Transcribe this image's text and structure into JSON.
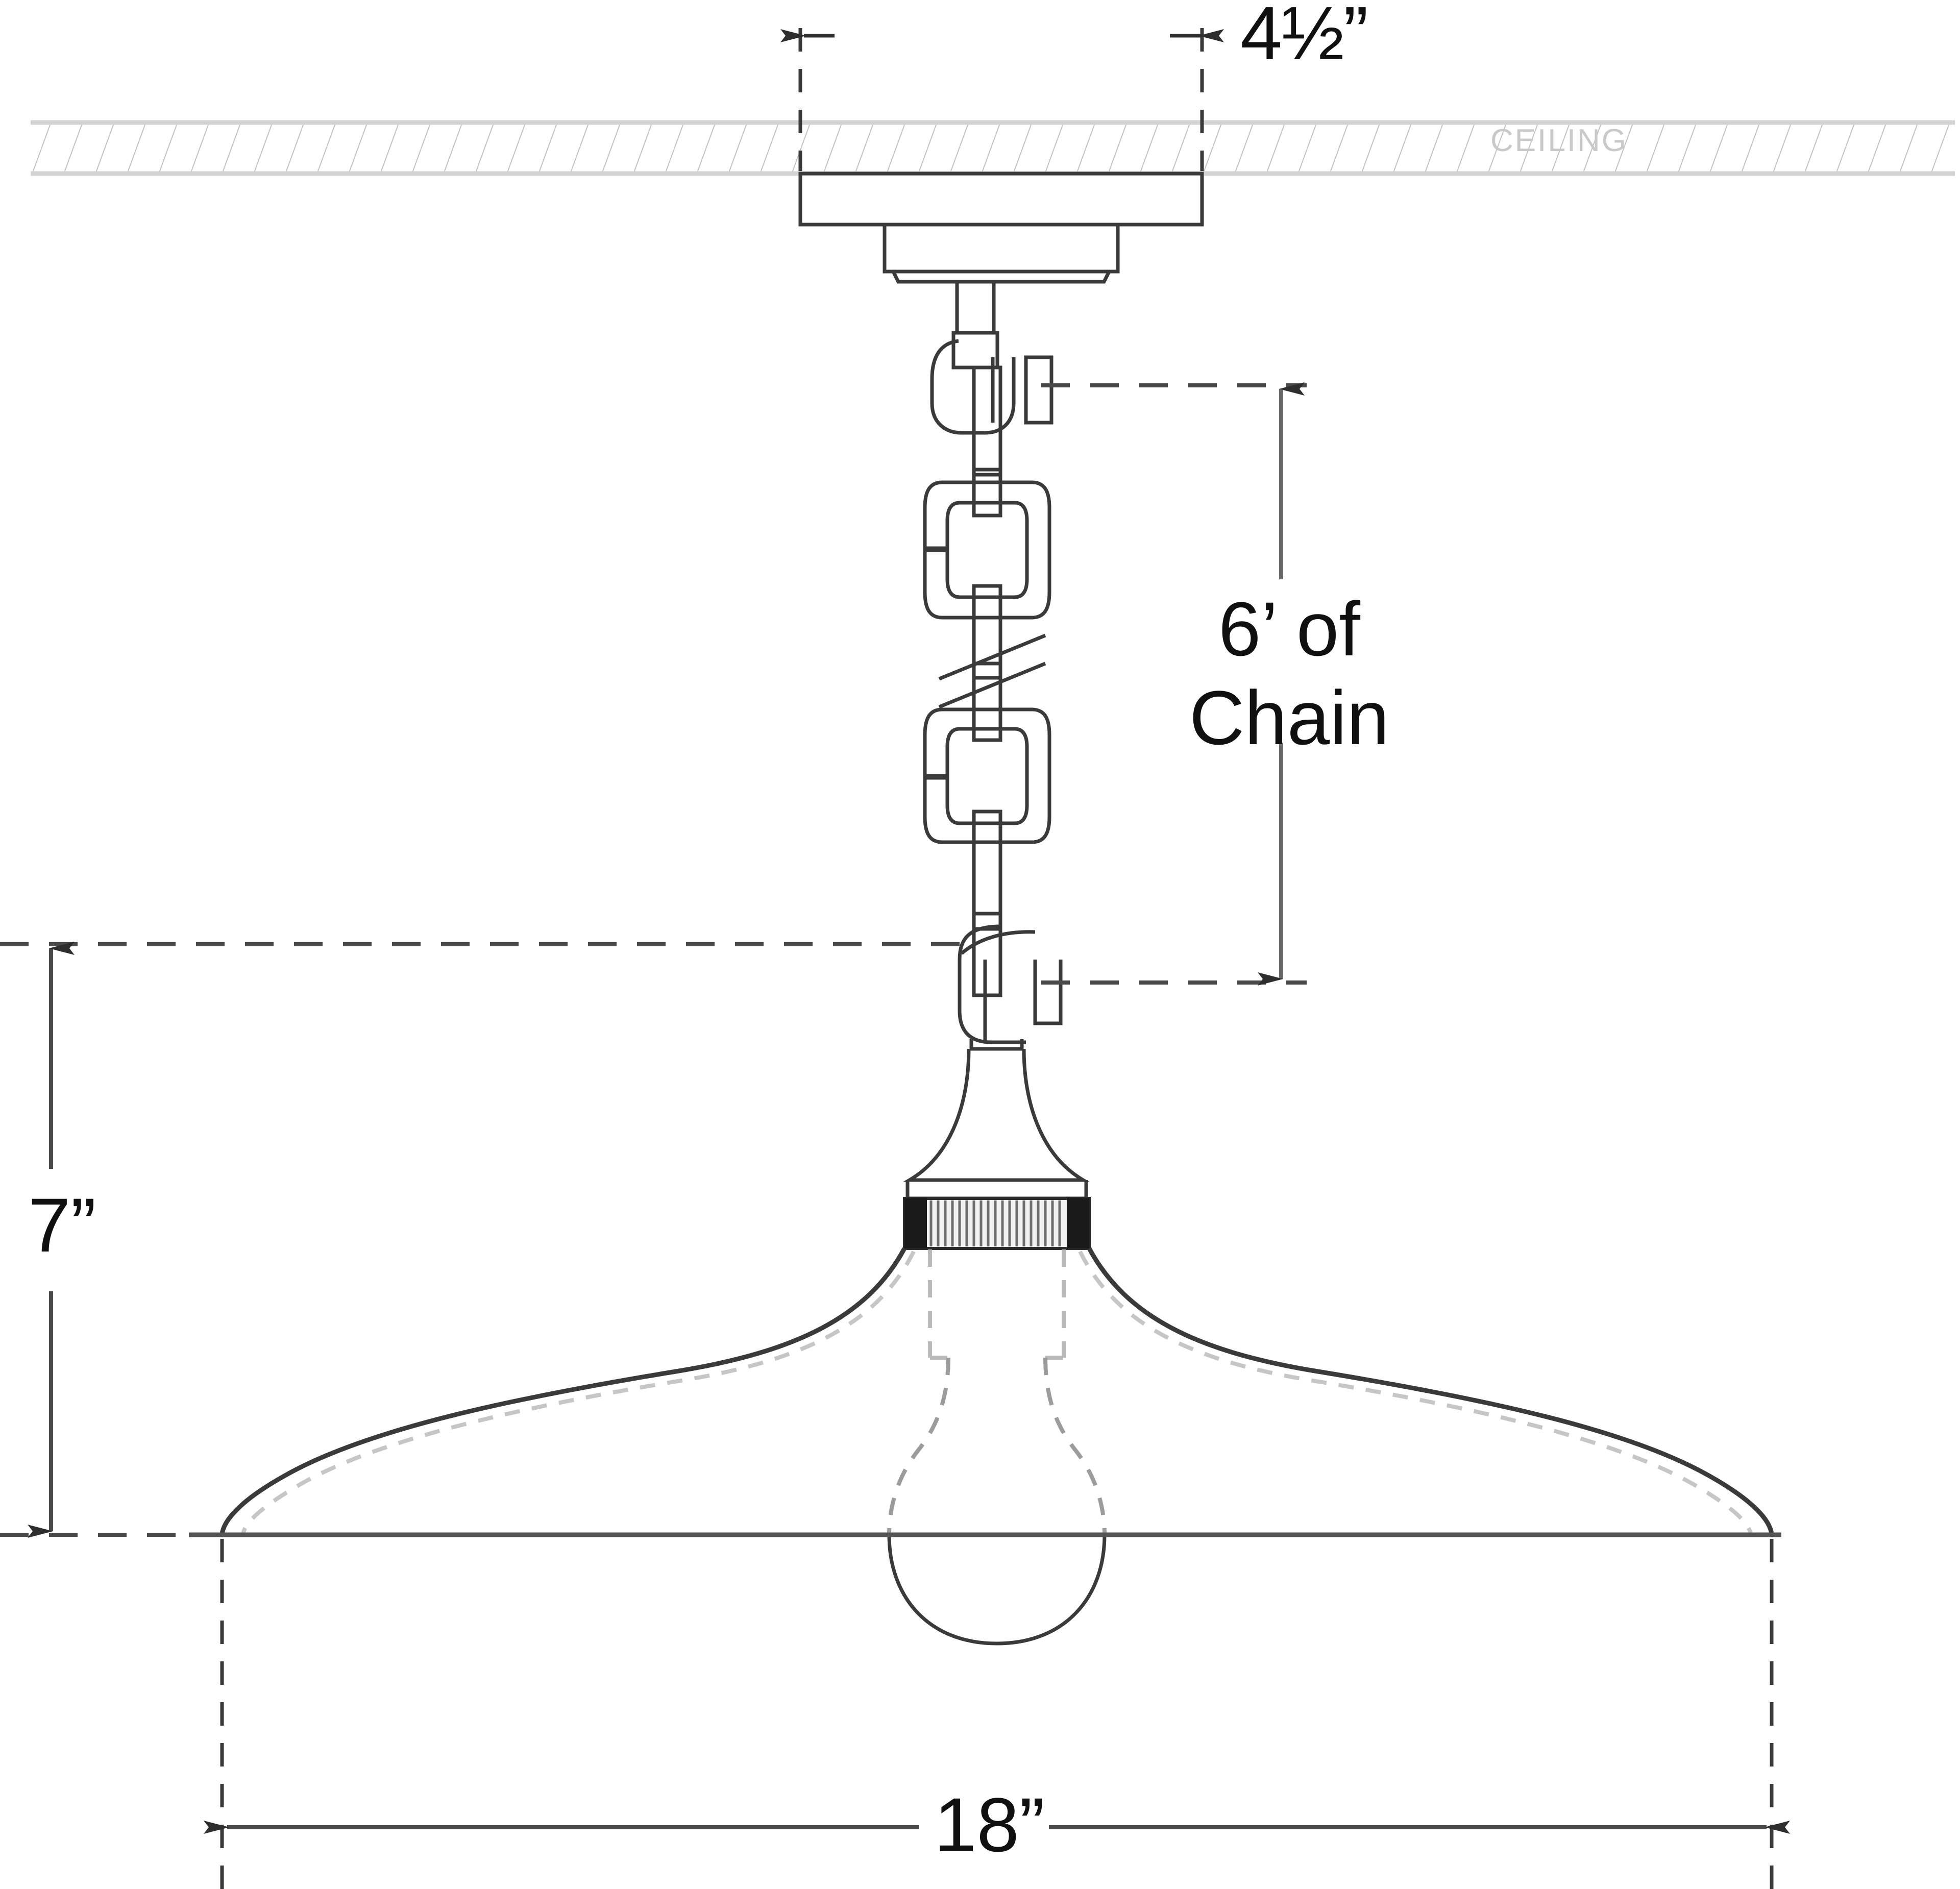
{
  "drawing": {
    "title": "Pendant Light Fixture Specification Drawing",
    "type": "technical-elevation-drawing",
    "units": "imperial-inches-feet",
    "background_color": "#ffffff",
    "line_color": "#3a3a3a",
    "dim_line_color": "#4a4a4a",
    "hidden_line_color": "#bfbfbf",
    "accent_dark": "#1a1a1a"
  },
  "labels": {
    "canopy_diameter": "4½”",
    "canopy_diameter_whole": "4",
    "canopy_diameter_fraction": "½",
    "canopy_diameter_unit": "”",
    "chain_length_line1": "6’ of",
    "chain_length_line2": "Chain",
    "fixture_height": "7”",
    "shade_width": "18”",
    "ceiling": "CEILING"
  },
  "dimensions": {
    "canopy_diameter_value": 4.5,
    "canopy_diameter_units": "in",
    "chain_length_value": 6,
    "chain_length_units": "ft",
    "fixture_height_value": 7,
    "fixture_height_units": "in",
    "shade_width_value": 18,
    "shade_width_units": "in"
  },
  "components": [
    {
      "name": "ceiling",
      "label": "CEILING",
      "style": "hatched-band"
    },
    {
      "name": "canopy-plate",
      "label": "",
      "style": "solid-outline"
    },
    {
      "name": "canopy-block",
      "label": "",
      "style": "solid-outline"
    },
    {
      "name": "stem",
      "label": "",
      "style": "solid-outline"
    },
    {
      "name": "chain",
      "label": "6' of Chain",
      "style": "oval-links"
    },
    {
      "name": "break-symbol",
      "label": "",
      "style": "double-diagonal"
    },
    {
      "name": "socket-neck",
      "label": "",
      "style": "bell-curve"
    },
    {
      "name": "knurled-collar",
      "label": "",
      "style": "ribbed-dark-band"
    },
    {
      "name": "shade",
      "label": "18\" wide",
      "style": "flared-profile"
    },
    {
      "name": "bulb",
      "label": "",
      "style": "hidden-dashed-above-rim"
    }
  ]
}
